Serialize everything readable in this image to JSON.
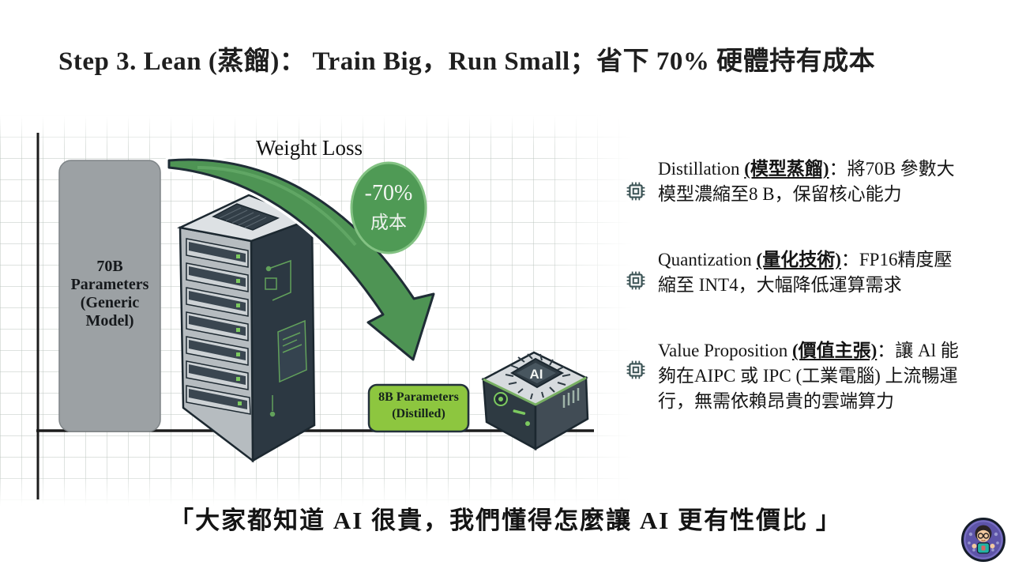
{
  "title": "Step 3. Lean (蒸餾)： Train Big，Run Small；省下 70% 硬體持有成本",
  "diagram": {
    "weight_loss_label": "Weight Loss",
    "cost_badge": {
      "line1": "-70%",
      "line2": "成本"
    },
    "big_model_bar": {
      "lines": [
        "70B",
        "Parameters",
        "(Generic",
        "Model)"
      ]
    },
    "small_model_box": {
      "lines": [
        "8B Parameters",
        "(Distilled)"
      ]
    },
    "device_chip_label": "AI"
  },
  "bullets": [
    {
      "lead": "Distillation ",
      "term": "(模型蒸餾)",
      "rest": "：將70B 參數大模型濃縮至8 B，保留核心能力"
    },
    {
      "lead": "Quantization ",
      "term": "(量化技術)",
      "rest": "：FP16精度壓縮至 INT4，大幅降低運算需求"
    },
    {
      "lead": "Value Proposition ",
      "term": "(價值主張)",
      "rest": "：讓 Al 能夠在AIPC 或 IPC (工業電腦) 上流暢運行，無需依賴昂貴的雲端算力"
    }
  ],
  "quote": "「大家都知道 AI 很貴，我們懂得怎麼讓 AI 更有性價比 」",
  "colors": {
    "ink": "#1b1b1b",
    "arrow_green": "#4e9454",
    "badge_green": "#4f9a55",
    "box_green": "#8dc63f",
    "bar_gray": "#9ca1a4",
    "rack_dark": "#2c3842",
    "accent_led_green": "#74c564",
    "chip_icon": "#3a5254"
  }
}
